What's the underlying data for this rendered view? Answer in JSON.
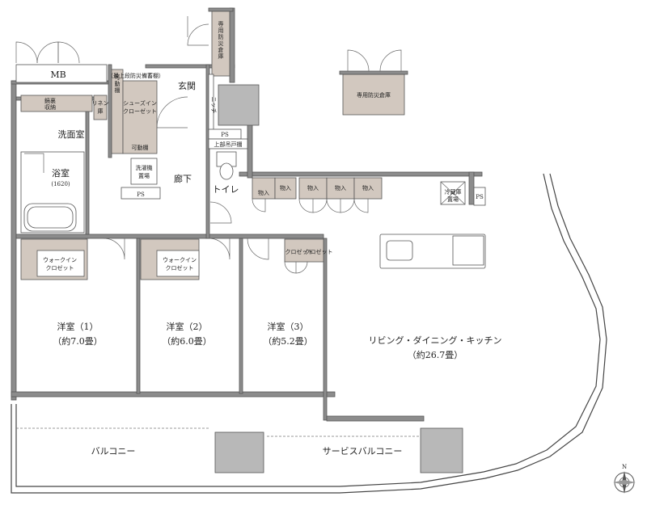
{
  "rooms": {
    "mb": "MB",
    "entrance": "玄関",
    "niche": "ニッチ",
    "storage_private_right": "専用防災倉庫",
    "storage_private_top": "専用防災倉庫",
    "washroom": "洗面室",
    "linen_storage_1": "鏡裏",
    "linen_storage_2": "収納",
    "linen_closet_1": "リネン",
    "linen_closet_2": "庫",
    "movable_shelf_1": "可動棚",
    "movable_shelf_2": "（最上段防災備蓄棚）",
    "shoes_in_1": "シューズイン",
    "shoes_in_2": "クローゼット",
    "movable_shelf_3": "可動棚",
    "laundry_1": "洗濯機",
    "laundry_2": "置場",
    "ps_1": "PS",
    "ps_2": "PS",
    "ps_3": "PS",
    "upper_shelf": "上部吊戸棚",
    "bathroom": "浴室",
    "bathroom_size": "(1620)",
    "corridor": "廊下",
    "toilet": "トイレ",
    "storage_items": [
      "物入",
      "物入",
      "物入",
      "物入",
      "物入"
    ],
    "fridge_1": "冷蔵庫",
    "fridge_2": "置場",
    "walkin_1_a": "ウォークイン",
    "walkin_1_b": "クロゼット",
    "walkin_2_a": "ウォークイン",
    "walkin_2_b": "クロゼット",
    "closet_3": "クロゼット",
    "closet_small": "クロゼット",
    "room1_name": "洋室（1）",
    "room1_size": "（約7.0畳）",
    "room2_name": "洋室（2）",
    "room2_size": "（約6.0畳）",
    "room3_name": "洋室（3）",
    "room3_size": "（約5.2畳）",
    "ldk_name": "リビング・ダイニング・キッチン",
    "ldk_size": "（約26.7畳）",
    "balcony": "バルコニー",
    "service_balcony": "サービスバルコニー",
    "north": "N"
  },
  "colors": {
    "wall": "#8c8c8c",
    "storage": "#d2c8bf",
    "gray_box": "#b8b8b8"
  }
}
